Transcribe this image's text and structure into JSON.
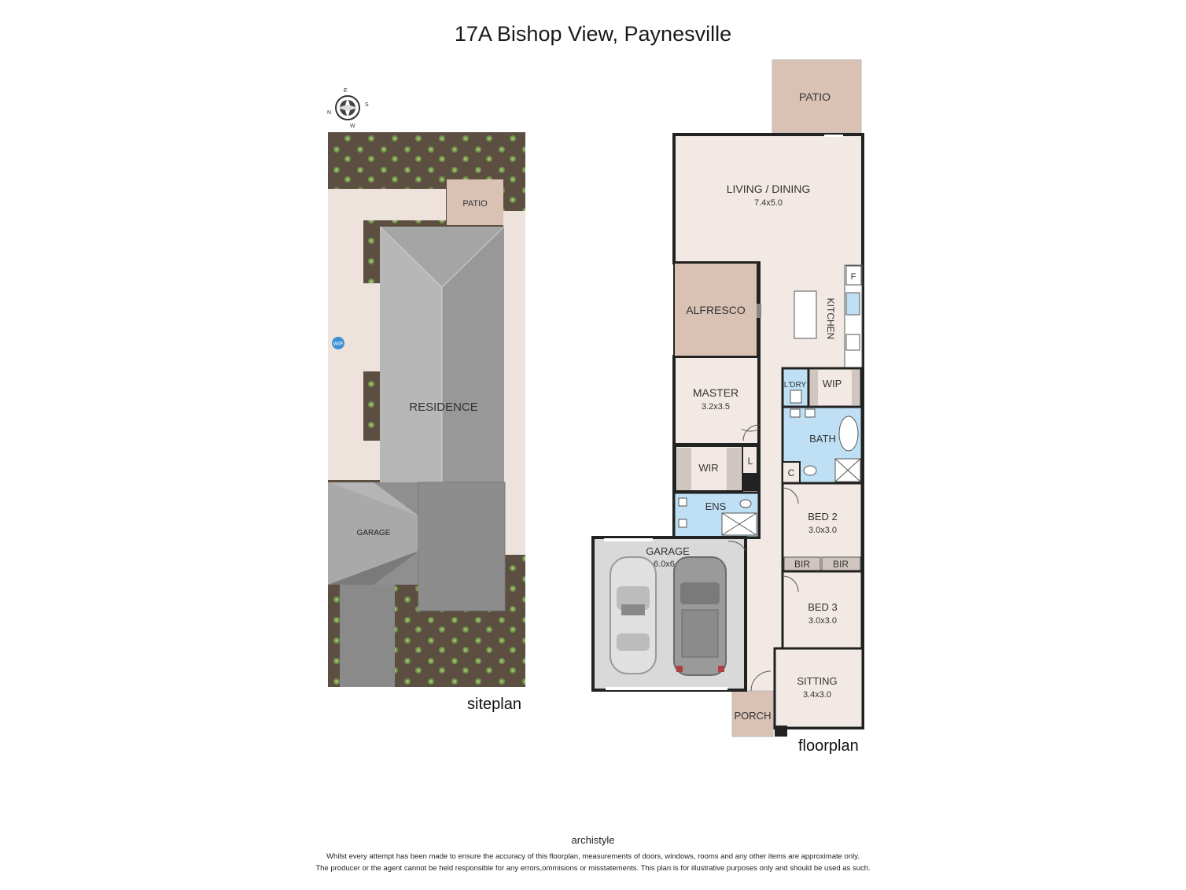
{
  "title": "17A Bishop View, Paynesville",
  "siteplan": {
    "caption": "siteplan",
    "labels": {
      "patio": "PATIO",
      "residence": "RESIDENCE",
      "garage": "GARAGE",
      "wif": "WIF"
    },
    "compass": {
      "n": "N",
      "e": "E",
      "s": "S",
      "w": "W"
    }
  },
  "floorplan": {
    "caption": "floorplan",
    "rooms": {
      "patio": {
        "name": "PATIO"
      },
      "living": {
        "name": "LIVING / DINING",
        "size": "7.4x5.0"
      },
      "alfresco": {
        "name": "ALFRESCO"
      },
      "kitchen": {
        "name": "KITCHEN"
      },
      "fridge": {
        "name": "F"
      },
      "master": {
        "name": "MASTER",
        "size": "3.2x3.5"
      },
      "ldry": {
        "name": "L'DRY"
      },
      "wip": {
        "name": "WIP"
      },
      "bath": {
        "name": "BATH"
      },
      "wir": {
        "name": "WIR"
      },
      "linen": {
        "name": "L"
      },
      "cupboard": {
        "name": "C"
      },
      "ens": {
        "name": "ENS"
      },
      "bed2": {
        "name": "BED 2",
        "size": "3.0x3.0"
      },
      "bir1": {
        "name": "BIR"
      },
      "bir2": {
        "name": "BIR"
      },
      "garage": {
        "name": "GARAGE",
        "size": "6.0x6.0"
      },
      "bed3": {
        "name": "BED 3",
        "size": "3.0x3.0"
      },
      "sitting": {
        "name": "SITTING",
        "size": "3.4x3.0"
      },
      "porch": {
        "name": "PORCH"
      }
    }
  },
  "footer": {
    "brand": "archistyle",
    "disclaimer_1": "Whilst every attempt has been made to ensure the accuracy of this floorplan, measurements of doors, windows, rooms and any other items are approximate only.",
    "disclaimer_2": "The producer or the agent cannot be held responsible for any errors,ommisions or misstatements. This plan is for illustrative purposes only and should be used as such."
  },
  "colors": {
    "floor": "#f2e9e4",
    "patio": "#d9c1b4",
    "wet_area": "#bfe0f4",
    "garden": "#5c4f42",
    "roof_light": "#b8b8b8",
    "roof_dark": "#8a8a8a",
    "wall": "#222222"
  }
}
